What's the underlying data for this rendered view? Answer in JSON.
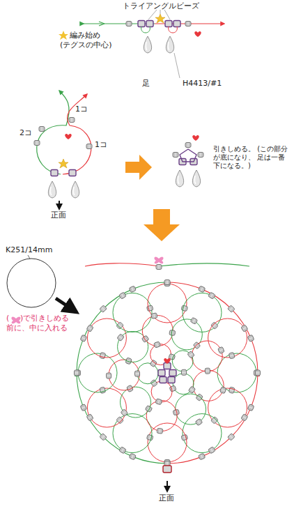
{
  "diagram": {
    "nodes": [
      {
        "text": [
          "K251/14mm"
        ]
      }
    ],
    "labels": [
      "トライアングルビーズ",
      "編み始め",
      "(テグスの中心)",
      "足",
      "H4413/#1",
      "2コ",
      "1コ",
      "1コ",
      "正面",
      "引きしめる。 (この部分が底になり、 足は一番下になる。)",
      "(",
      ")で引きしめる",
      "前に、中に入れる",
      "正面"
    ]
  }
}
